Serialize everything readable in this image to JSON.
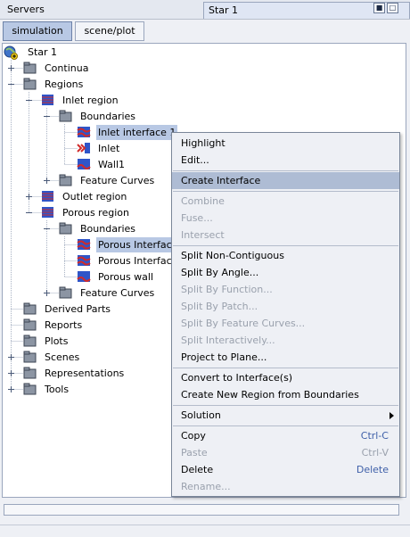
{
  "titlebar": {
    "left_tab": "Servers",
    "active_tab": "Star 1",
    "window_buttons": [
      "restore-icon",
      "maximize-icon"
    ]
  },
  "toolbar": {
    "tabs": [
      "simulation",
      "scene/plot"
    ],
    "active": "simulation"
  },
  "tree": {
    "root": "Star 1",
    "continua": "Continua",
    "regions": "Regions",
    "inlet_region": "Inlet region",
    "inlet_boundaries": "Boundaries",
    "inlet_interface": "Inlet interface 1",
    "inlet": "Inlet",
    "wall1": "Wall1",
    "inlet_feature_curves": "Feature Curves",
    "outlet_region": "Outlet region",
    "porous_region": "Porous region",
    "porous_boundaries": "Boundaries",
    "porous_interface_a": "Porous Interfac",
    "porous_interface_b": "Porous Interfac",
    "porous_wall": "Porous wall",
    "porous_feature_curves": "Feature Curves",
    "derived_parts": "Derived Parts",
    "reports": "Reports",
    "plots": "Plots",
    "scenes": "Scenes",
    "representations": "Representations",
    "tools": "Tools"
  },
  "context_menu": {
    "highlight": "Highlight",
    "edit": "Edit...",
    "create_interface": "Create Interface",
    "combine": "Combine",
    "fuse": "Fuse...",
    "intersect": "Intersect",
    "split_non_contiguous": "Split Non-Contiguous",
    "split_by_angle": "Split By Angle...",
    "split_by_function": "Split By Function...",
    "split_by_patch": "Split By Patch...",
    "split_by_feature_curves": "Split By Feature Curves...",
    "split_interactively": "Split Interactively...",
    "project_to_plane": "Project to Plane...",
    "convert_to_interfaces": "Convert to Interface(s)",
    "create_new_region": "Create New Region from Boundaries",
    "solution": "Solution",
    "copy": "Copy",
    "copy_shortcut": "Ctrl-C",
    "paste": "Paste",
    "paste_shortcut": "Ctrl-V",
    "delete": "Delete",
    "delete_shortcut": "Delete",
    "rename": "Rename..."
  },
  "colors": {
    "selection": "#b8c8e4",
    "menu_highlight": "#aebcd4",
    "folder": "#7d8794",
    "boundary_blue": "#2f55c8",
    "boundary_red": "#d12a2a"
  }
}
